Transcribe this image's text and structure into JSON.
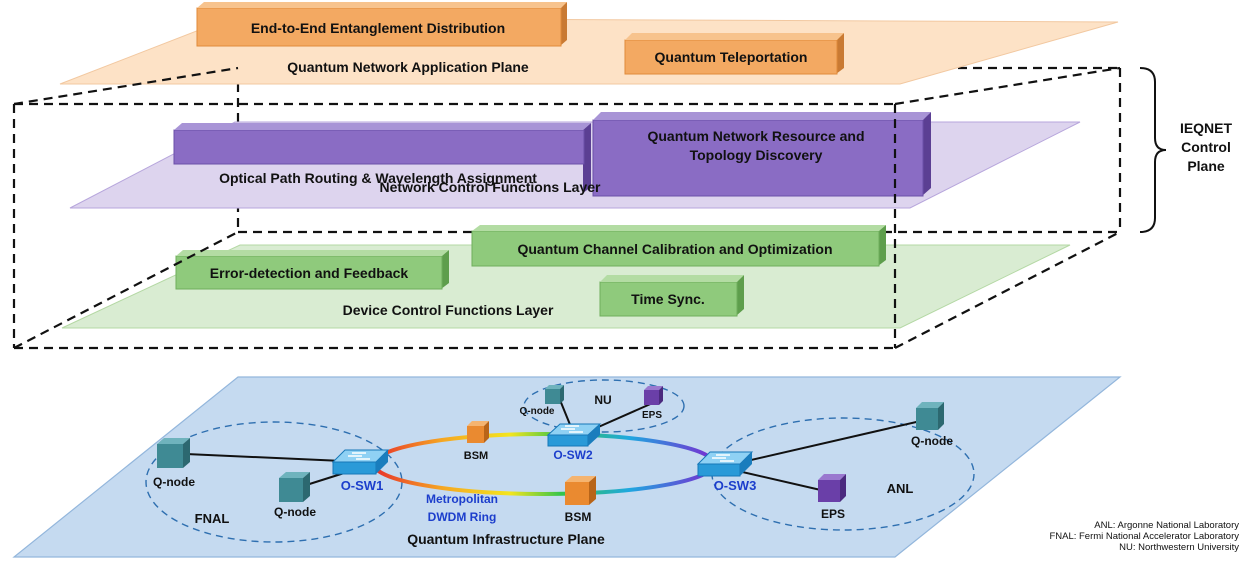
{
  "colors": {
    "app_plane": "#fde2c6",
    "app_box": "#f3a962",
    "net_plane": "#ddd4ee",
    "net_box": "#8a6cc4",
    "dev_plane": "#d9ecd2",
    "dev_box": "#8fca7c",
    "infra_plane": "#c5daf0",
    "switch": "#2a9ad8",
    "switch_label": "#1c3ecc",
    "qnode": "#3f8a94",
    "eps": "#6a3fa8",
    "bsm": "#ea8a30"
  },
  "application_plane": {
    "title": "Quantum Network Application Plane",
    "boxes": [
      "End-to-End Entanglement Distribution",
      "Quantum Teleportation"
    ]
  },
  "network_layer": {
    "title": "Network Control Functions Layer",
    "boxes": [
      "Optical Path Routing & Wavelength Assignment",
      "Quantum Network Resource and",
      "Topology Discovery"
    ]
  },
  "device_layer": {
    "title": "Device Control Functions Layer",
    "boxes": [
      "Quantum Channel Calibration and Optimization",
      "Error-detection and Feedback",
      "Time Sync."
    ]
  },
  "control_plane_label": [
    "IEQNET",
    "Control",
    "Plane"
  ],
  "infrastructure": {
    "title": "Quantum Infrastructure Plane",
    "switches": [
      "O-SW1",
      "O-SW2",
      "O-SW3"
    ],
    "ring_label": [
      "Metropolitan",
      "DWDM Ring"
    ],
    "sites": [
      "FNAL",
      "NU",
      "ANL"
    ],
    "node_labels": {
      "qnode": "Q-node",
      "eps": "EPS",
      "bsm": "BSM"
    }
  },
  "legend": [
    "ANL: Argonne National Laboratory",
    "FNAL: Fermi National Accelerator Laboratory",
    "NU: Northwestern University"
  ]
}
